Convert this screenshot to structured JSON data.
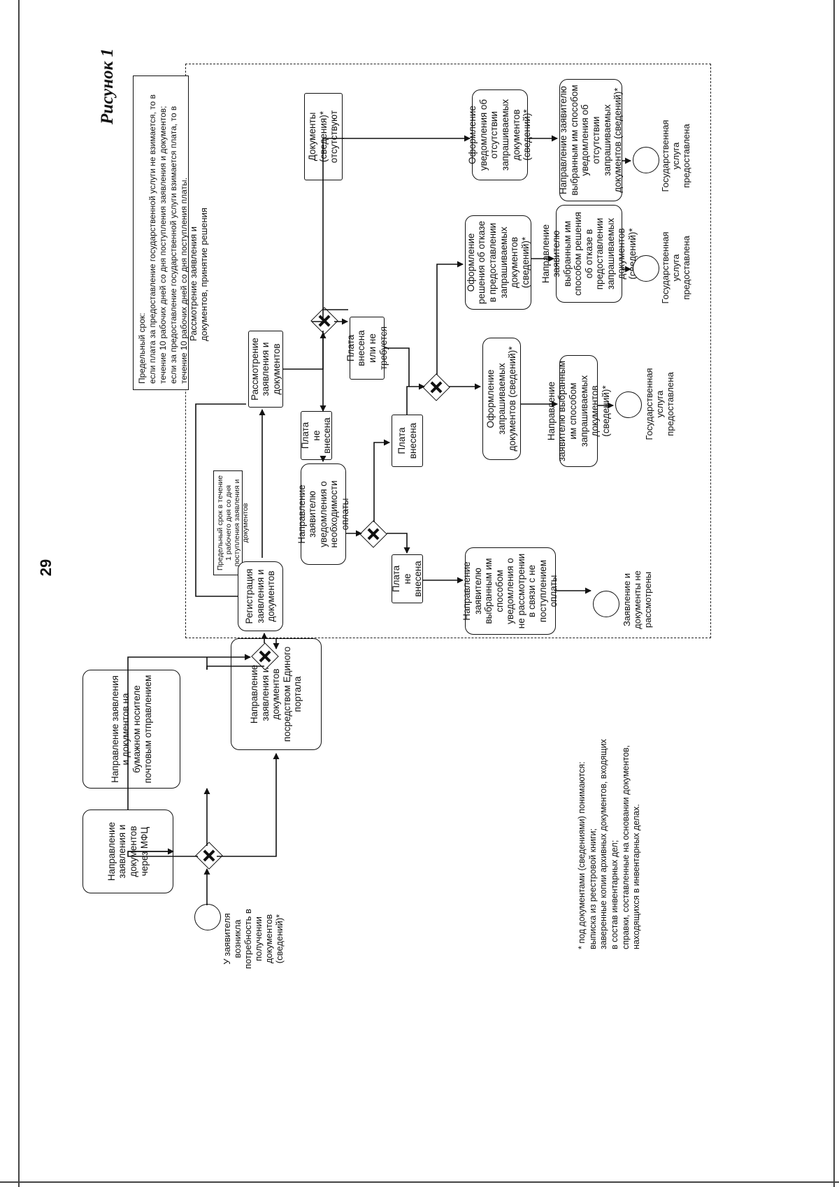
{
  "page": {
    "number": "29"
  },
  "figure": {
    "title": "Рисунок 1"
  },
  "deadline": {
    "heading": "Предельный срок:",
    "line1": "если плата за предоставление государственной услуги не взимается, то в",
    "line2": "течение 10 рабочих дней со дня поступления заявления и документов;",
    "line3": "если за предоставление государственной услуги взимается плата, то в",
    "line4": "течение 10 рабочих дней со дня поступления платы."
  },
  "registration_deadline": "Предельный срок в течение 1 рабочего дня со дня поступления заявления и документов",
  "review_stage_label": "Рассмотрение заявления и документов, принятие решения",
  "start_event_label": "У заявителя возникла потребность в получении документов (сведений)*",
  "submit": {
    "mfc": "Направление заявления и документов через МФЦ",
    "post": "Направление заявления и документов на бумажном носителе почтовым отправлением",
    "portal": "Направление заявления и документов посредством Единого портала"
  },
  "tasks": {
    "registration": "Регистрация заявления и документов",
    "review": "Рассмотрение заявления и документов",
    "fee_notice": "Направление заявителю уведомления о необходимости оплаты",
    "not_considered_notice": "Направление заявителю выбранным им способом уведомления о не рассмотрении в связи с не поступлением оплаты",
    "prepare_docs": "Оформление запрашиваемых документов (сведений)*",
    "send_docs": "Направление заявителю выбранным им способом запрашиваемых документов (сведений)*",
    "prepare_refusal": "Оформление решения об отказе в предоставлении запрашиваемых документов (сведений)*",
    "send_refusal": "Направление заявителю выбранным им способом решения об отказе в предоставлении запрашиваемых документов (сведений)*",
    "prepare_absence": "Оформление уведомления об отсутствии запрашиваемых документов (сведений)*",
    "send_absence": "Направление заявителю выбранным им способом уведомления об отсутствии запрашиваемых документов (сведений)*"
  },
  "conditions": {
    "fee_not_paid_1": "Плата не внесена",
    "fee_paid_or_not_required": "Плата внесена или не требуется",
    "documents_absent": "Документы (сведения)* отсутствуют",
    "fee_paid": "Плата внесена",
    "fee_not_paid_2": "Плата не внесена"
  },
  "end_events": {
    "not_considered": "Заявление и документы не рассмотрены",
    "provided_1": "Государственная услуга предоставлена",
    "provided_2": "Государственная услуга предоставлена",
    "provided_3": "Государственная услуга предоставлена"
  },
  "footnote": {
    "line1": "* под документами (сведениями) понимаются:",
    "line2": "выписка из реестровой книги;",
    "line3": "заверенные копии архивных документов, входящих",
    "line4": "в состав инвентарных дел;",
    "line5": "справки, составленные на основании документов,",
    "line6": "находящихся в инвентарных делах."
  }
}
